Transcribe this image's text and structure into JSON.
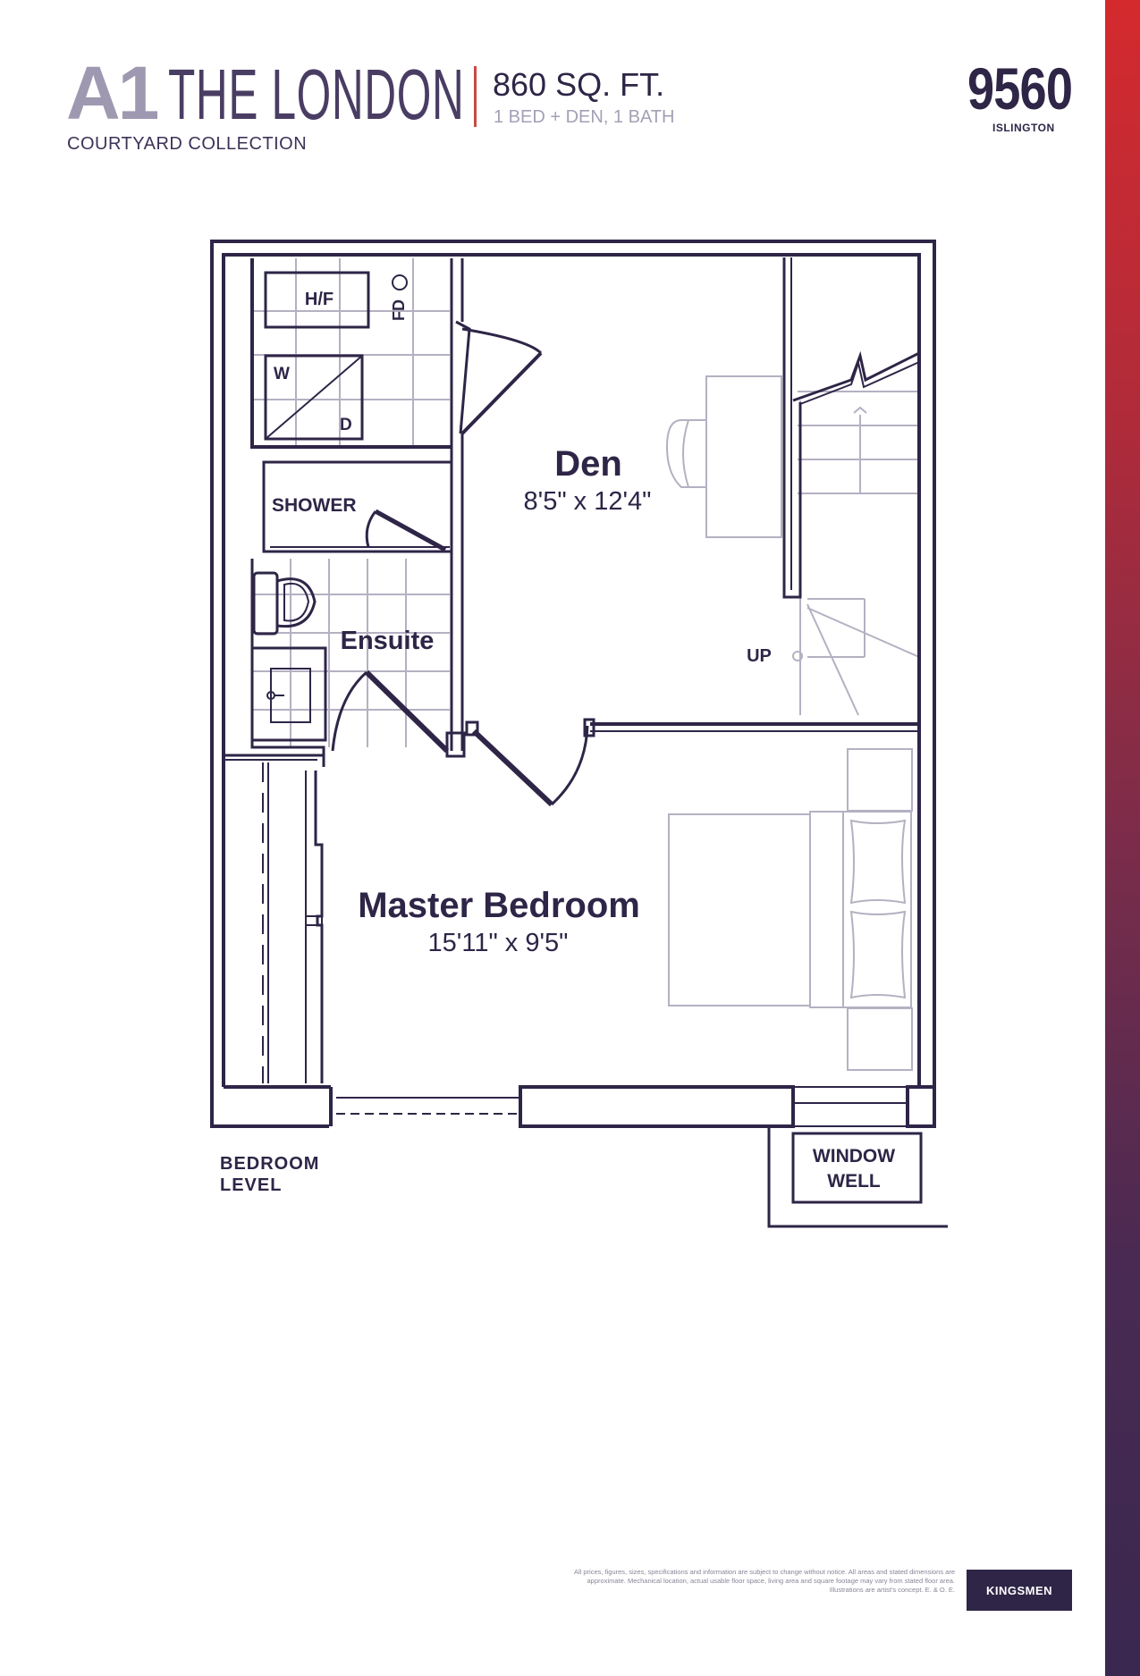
{
  "header": {
    "unit_code": "A1",
    "plan_name": "THE LONDON",
    "collection": "COURTYARD COLLECTION",
    "square_footage": "860 SQ. FT.",
    "bedrooms_baths": "1 BED + DEN, 1 BATH"
  },
  "brand": {
    "number": "9560",
    "sub": "ISLINGTON"
  },
  "floorplan": {
    "labels": {
      "hf": "H/F",
      "fd": "FD",
      "washer": "W",
      "dryer": "D",
      "shower": "SHOWER",
      "ensuite": "Ensuite",
      "up": "UP",
      "window_well_line1": "WINDOW",
      "window_well_line2": "WELL"
    },
    "rooms": {
      "den_name": "Den",
      "den_dims": "8'5\" x 12'4\"",
      "bedroom_name": "Master Bedroom",
      "bedroom_dims": "15'11\" x 9'5\""
    }
  },
  "level_label": {
    "line1": "BEDROOM",
    "line2": "LEVEL"
  },
  "footer": {
    "disclaimer": "All prices, figures, sizes, specifications and information are subject to change without notice. All areas and stated dimensions are approximate. Mechanical location, actual usable floor space, living area and square footage may vary from stated floor area. Illustrations are artist's concept. E. & O. E.",
    "builder": "KINGSMEN"
  },
  "colors": {
    "ink": "#2e2547",
    "light_ink": "#a59fb5",
    "accent_red": "#d42a2e",
    "accent_purple": "#3a2850"
  }
}
